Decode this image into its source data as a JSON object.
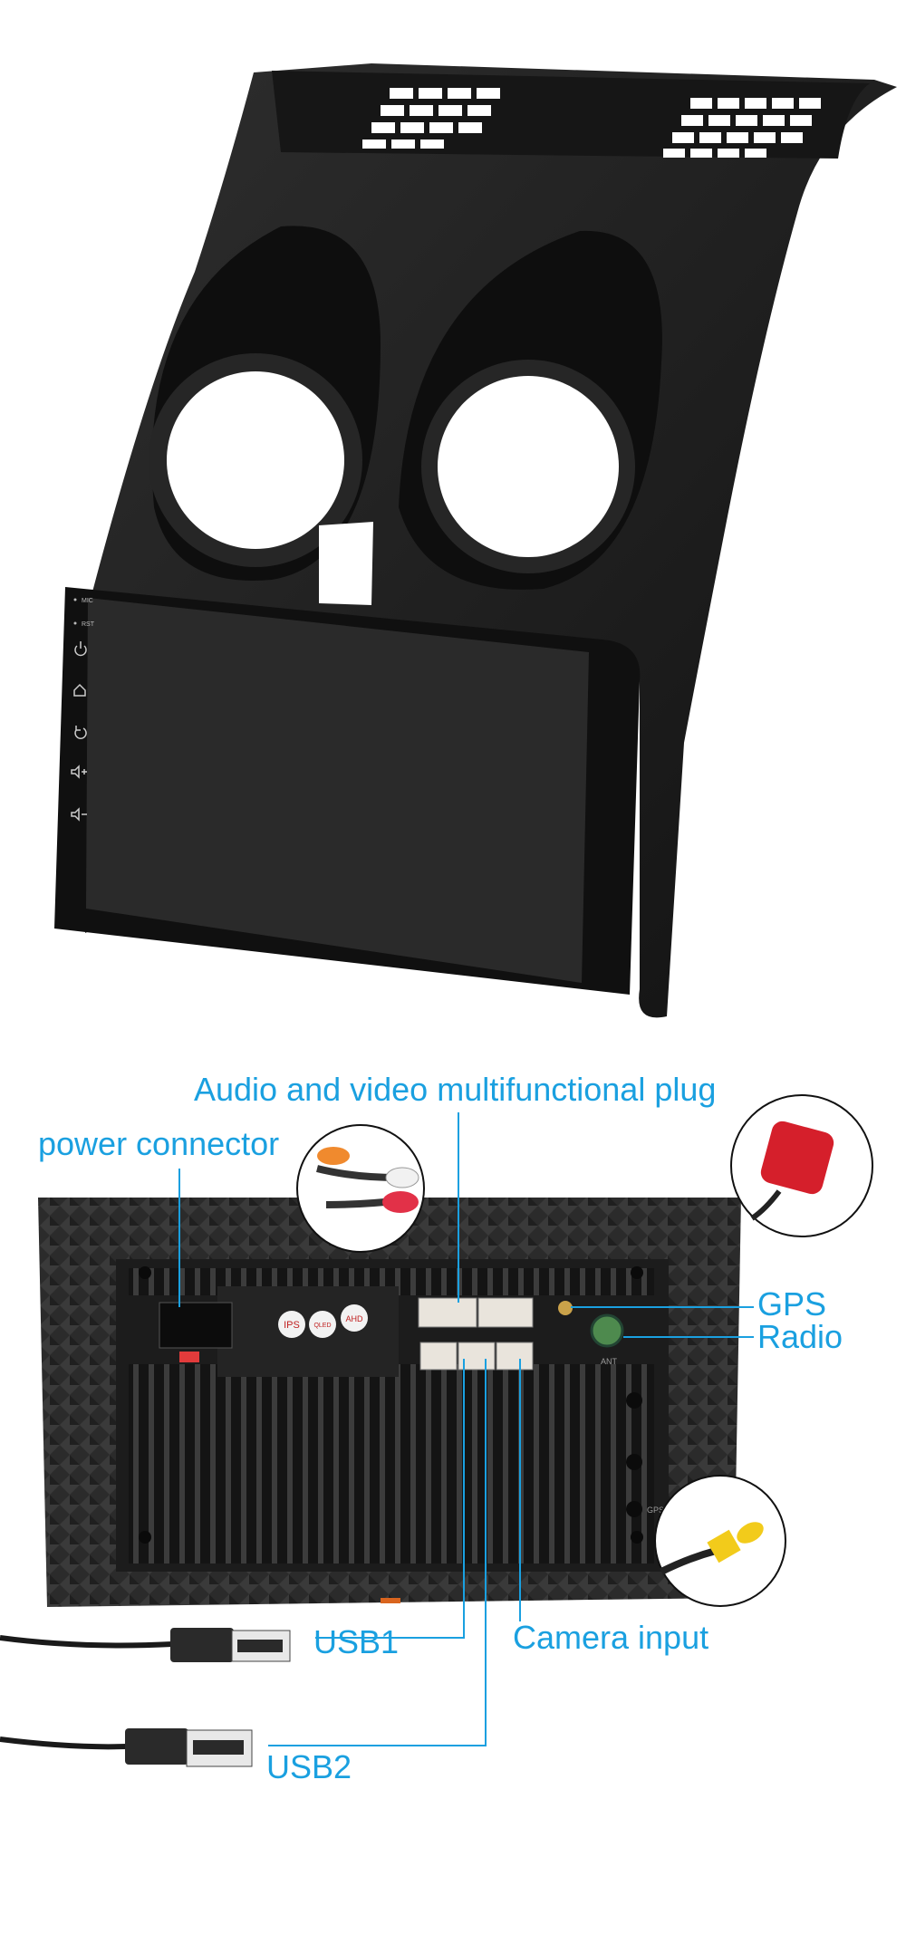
{
  "colors": {
    "accent": "#1aa0e0",
    "panel": "#1b1b1b",
    "screen": "#2a2a2a",
    "connector": "#e9e4dc"
  },
  "head_unit": {
    "side_buttons": [
      "MIC",
      "RST",
      "power-icon",
      "home-icon",
      "back-icon",
      "volume-up-icon",
      "volume-down-icon"
    ],
    "side_labels": {
      "mic": "MIC",
      "rst": "RST"
    }
  },
  "back_panel": {
    "badges": [
      "IPS",
      "QLED",
      "AHD"
    ],
    "port_marks": {
      "ant": "ANT",
      "gps": "GPS"
    }
  },
  "labels": {
    "av_plug": "Audio and video multifunctional plug",
    "power": "power connector",
    "gps": "GPS",
    "radio": "Radio",
    "usb1": "USB1",
    "camera": "Camera input",
    "usb2": "USB2"
  }
}
